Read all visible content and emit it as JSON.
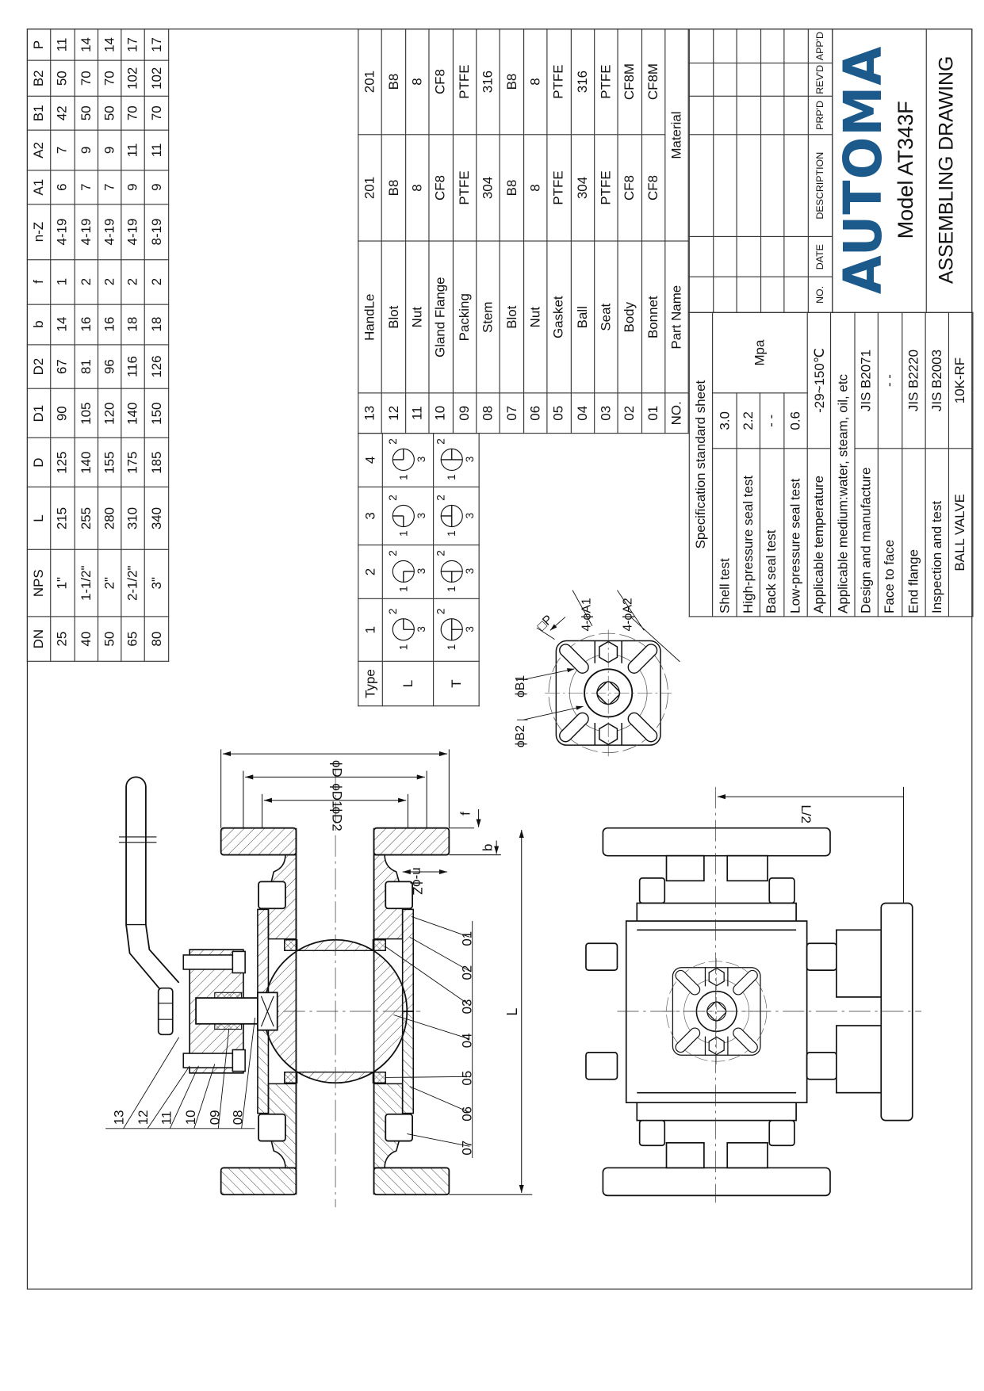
{
  "dimension_table": {
    "headers": [
      "DN",
      "NPS",
      "L",
      "D",
      "D1",
      "D2",
      "b",
      "f",
      "n-Z",
      "A1",
      "A2",
      "B1",
      "B2",
      "P"
    ],
    "rows": [
      [
        "25",
        "1\"",
        "215",
        "125",
        "90",
        "67",
        "14",
        "1",
        "4-19",
        "6",
        "7",
        "42",
        "50",
        "11"
      ],
      [
        "40",
        "1-1/2\"",
        "255",
        "140",
        "105",
        "81",
        "16",
        "2",
        "4-19",
        "7",
        "9",
        "50",
        "70",
        "14"
      ],
      [
        "50",
        "2\"",
        "280",
        "155",
        "120",
        "96",
        "16",
        "2",
        "4-19",
        "7",
        "9",
        "50",
        "70",
        "14"
      ],
      [
        "65",
        "2-1/2\"",
        "310",
        "175",
        "140",
        "116",
        "18",
        "2",
        "4-19",
        "9",
        "11",
        "70",
        "102",
        "17"
      ],
      [
        "80",
        "3\"",
        "340",
        "185",
        "150",
        "126",
        "18",
        "2",
        "8-19",
        "9",
        "11",
        "70",
        "102",
        "17"
      ]
    ]
  },
  "parts_table": {
    "rows": [
      [
        "13",
        "HandLe",
        "201",
        "201"
      ],
      [
        "12",
        "Blot",
        "B8",
        "B8"
      ],
      [
        "11",
        "Nut",
        "8",
        "8"
      ],
      [
        "10",
        "Gland Flange",
        "CF8",
        "CF8"
      ],
      [
        "09",
        "Packing",
        "PTFE",
        "PTFE"
      ],
      [
        "08",
        "Stem",
        "304",
        "316"
      ],
      [
        "07",
        "Blot",
        "B8",
        "B8"
      ],
      [
        "06",
        "Nut",
        "8",
        "8"
      ],
      [
        "05",
        "Gasket",
        "PTFE",
        "PTFE"
      ],
      [
        "04",
        "Ball",
        "304",
        "316"
      ],
      [
        "03",
        "Seat",
        "PTFE",
        "PTFE"
      ],
      [
        "02",
        "Body",
        "CF8",
        "CF8M"
      ],
      [
        "01",
        "Bonnet",
        "CF8",
        "CF8M"
      ]
    ],
    "footer": {
      "no": "NO.",
      "part_name": "Part Name",
      "material": "Material"
    }
  },
  "type_table": {
    "header": [
      "Type",
      "1",
      "2",
      "3",
      "4"
    ],
    "rows": [
      {
        "label": "L",
        "symbols": [
          [
            "r",
            "d"
          ],
          [
            "l",
            "d"
          ],
          [
            "l",
            "u"
          ],
          [
            "u",
            "r"
          ]
        ]
      },
      {
        "label": "T",
        "symbols": [
          [
            "l",
            "r",
            "d"
          ],
          [
            "l",
            "d",
            "u"
          ],
          [
            "l",
            "r",
            "u"
          ],
          [
            "r",
            "d",
            "u"
          ]
        ]
      }
    ],
    "port_labels": [
      "1",
      "2",
      "3"
    ]
  },
  "spec_sheet": {
    "title": "Specification standard sheet",
    "shell_test": {
      "label": "Shell test",
      "value": "3.0"
    },
    "high_pressure": {
      "label": "High-pressure seal test",
      "value": "2.2"
    },
    "back_seal": {
      "label": "Back seal test",
      "value": "- -"
    },
    "low_pressure": {
      "label": "Low-pressure seal test",
      "value": "0.6"
    },
    "unit": "Mpa",
    "temperature": {
      "label": "Applicable temperature",
      "value": "-29~150℃"
    },
    "medium": "Applicable medium:water, steam, oil, etc",
    "design": {
      "label": "Design and manufacture",
      "value": "JIS B2071"
    },
    "face_to_face": {
      "label": "Face to face",
      "value": "- -"
    },
    "end_flange": {
      "label": "End flange",
      "value": "JIS B2220"
    },
    "inspection": {
      "label": "Inspection and test",
      "value": "JIS B2003"
    },
    "product": {
      "label": "BALL VALVE",
      "value": "10K-RF"
    }
  },
  "revision_block": {
    "headers": [
      "NO.",
      "DATE",
      "DESCRIPTION",
      "PRP'D",
      "REV'D",
      "APP'D"
    ],
    "empty_rows": 5
  },
  "title_block": {
    "logo": "AUTOMA",
    "model": "Model AT343F",
    "title": "ASSEMBLING DRAWING",
    "logo_color": "#1d5a8c"
  },
  "drawing_labels": {
    "phi_d": "ϕD",
    "phi_d1": "ϕD1",
    "phi_d2": "ϕD2",
    "f": "f",
    "b": "b",
    "n_z": "n-ϕZ",
    "length": "L",
    "half_length": "L/2",
    "phi_b1": "ϕB1",
    "phi_b2": "ϕB2",
    "p": "□P",
    "a1": "4-ϕA1",
    "a2": "4-ϕA2",
    "callouts_left": [
      "13",
      "12",
      "11",
      "10",
      "09",
      "08"
    ],
    "callouts_right": [
      "01",
      "02",
      "03",
      "04",
      "05",
      "06",
      "07"
    ]
  }
}
